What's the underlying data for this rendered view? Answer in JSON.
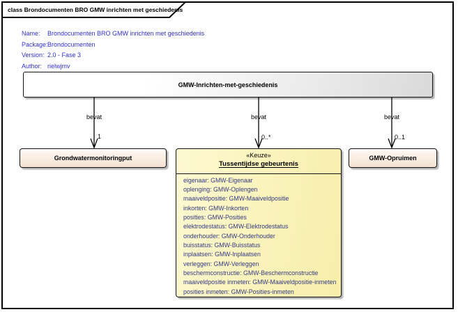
{
  "frame": {
    "tab_label": "class Brondocumenten BRO GMW inrichten met geschiedenis"
  },
  "metadata": {
    "rows": [
      {
        "label": "Name:",
        "value": "Brondocumenten BRO GMW inrichten met geschiedenis"
      },
      {
        "label": "Package:",
        "value": "Brondocumenten"
      },
      {
        "label": "Version:",
        "value": "2.0 - Fase 3"
      },
      {
        "label": "Author:",
        "value": "rielwjmv"
      }
    ]
  },
  "main_class": {
    "label": "GMW-Inrichten-met-geschiedenis"
  },
  "connectors": [
    {
      "label": "bevat",
      "multiplicity": "1"
    },
    {
      "label": "bevat",
      "multiplicity": "0..*"
    },
    {
      "label": "bevat",
      "multiplicity": "0..1"
    }
  ],
  "classes": {
    "grondwatermonitoringput": {
      "label": "Grondwatermonitoringput"
    },
    "opruimen": {
      "label": "GMW-Opruimen"
    },
    "keuze": {
      "stereotype": "«Keuze»",
      "name": "Tussentijdse gebeurtenis",
      "attributes": [
        "eigenaar: GMW-Eigenaar",
        "oplenging: GMW-Oplengen",
        "maaiveldpositie: GMW-Maaiveldpositie",
        "inkorten: GMW-Inkorten",
        "posities: GMW-Posities",
        "elektrodestatus: GMW-Elektrodestatus",
        "onderhouder: GMW-Onderhouder",
        "buisstatus: GMW-Buisstatus",
        "inplaatsen: GMW-Inplaatsen",
        "verleggen: GMW-Verleggen",
        "beschermconstructie: GMW-Beschermconstructie",
        "maaiveldpositie inmeten: GMW-Maaiveldpositie-inmeten",
        "posities inmeten: GMW-Posities-inmeten"
      ]
    }
  },
  "colors": {
    "metadata_text": "#3232cc",
    "attribute_text": "#333a80",
    "keuze_fill": "#faf3bb",
    "class_fill": "#f7e6d8",
    "main_fill_gradient_end": "#d9d9d9",
    "border": "#141414",
    "shadow": "#b4b4b4"
  }
}
